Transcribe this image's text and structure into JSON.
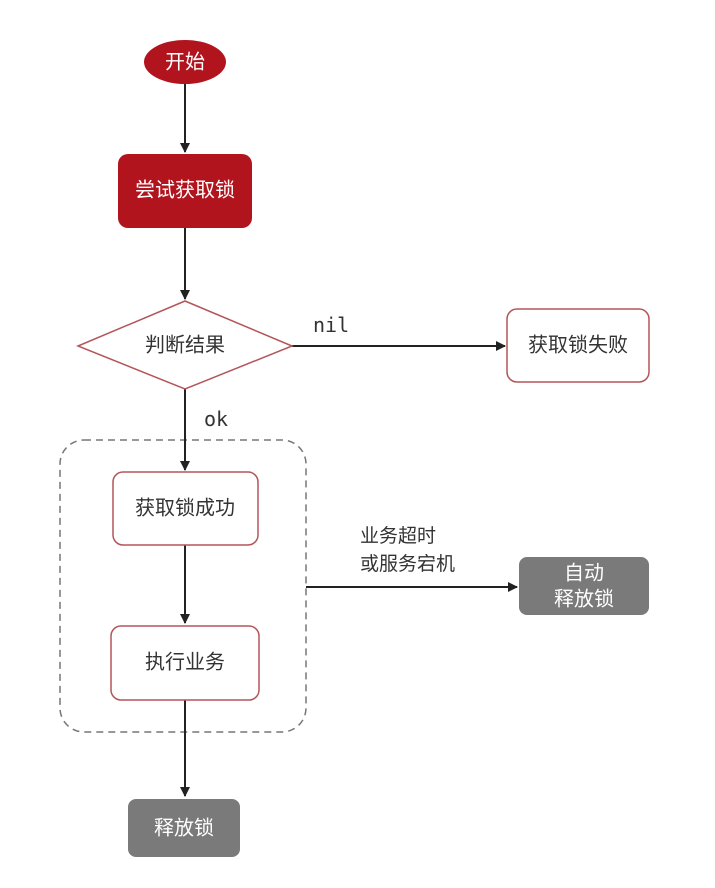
{
  "nodes": {
    "start": "开始",
    "try_acquire": "尝试获取锁",
    "judge": "判断结果",
    "acquire_fail": "获取锁失败",
    "acquire_success": "获取锁成功",
    "execute_business": "执行业务",
    "auto_release_line1": "自动",
    "auto_release_line2": "释放锁",
    "release_lock": "释放锁"
  },
  "edge_labels": {
    "nil": "nil",
    "ok": "ok",
    "timeout_line1": "业务超时",
    "timeout_line2": "或服务宕机"
  },
  "colors": {
    "primary_red": "#b2141e",
    "node_border_red": "#b35558",
    "gray_node": "#7a7a7a",
    "arrow": "#222222",
    "dashed_border": "#777777"
  }
}
